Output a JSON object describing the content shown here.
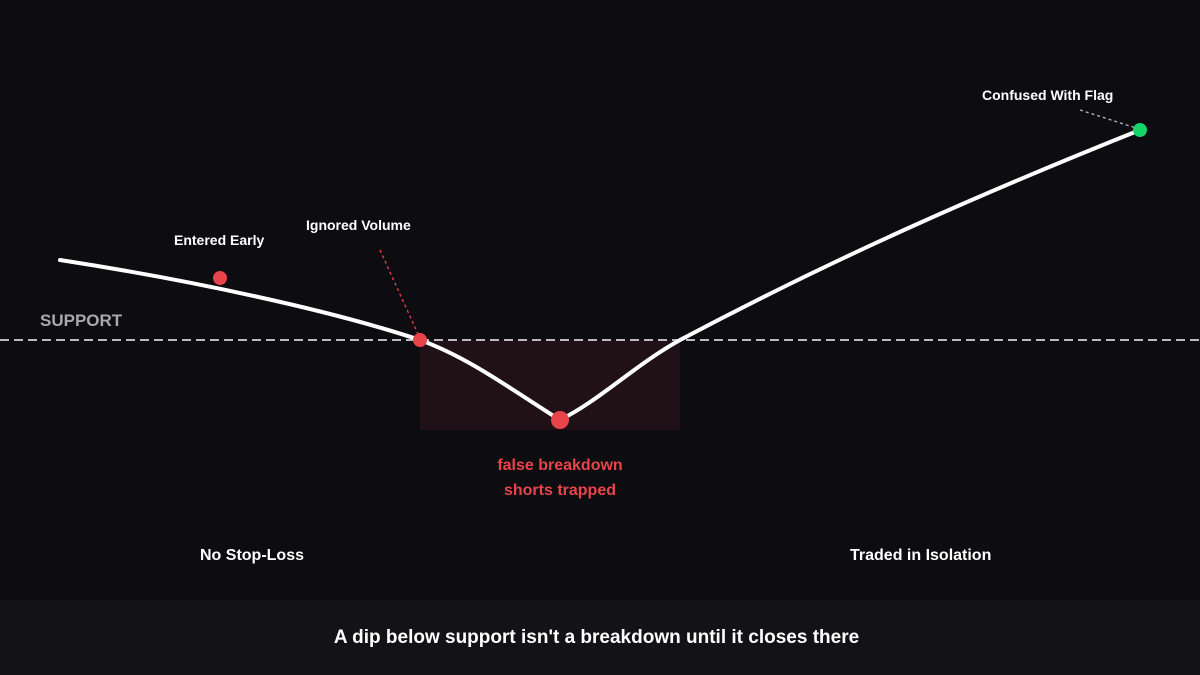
{
  "support": {
    "label": "SUPPORT"
  },
  "annotations": {
    "entered_early": "Entered Early",
    "ignored_volume": "Ignored Volume",
    "confused_with_flag": "Confused With Flag",
    "no_stop_loss": "No Stop-Loss",
    "traded_in_isolation": "Traded in Isolation"
  },
  "false_breakdown": {
    "line1": "false breakdown",
    "line2": "shorts trapped"
  },
  "caption": "A dip below support isn't a breakdown until it closes there",
  "colors": {
    "background": "#0d0c10",
    "caption_bar": "#131317",
    "price_line": "#ffffff",
    "support_line": "#bdb8c2",
    "support_label": "#a9a9ad",
    "mistake_red": "#e8444a",
    "success_green": "#16d46a",
    "breakdown_zone": "#1f1116"
  }
}
